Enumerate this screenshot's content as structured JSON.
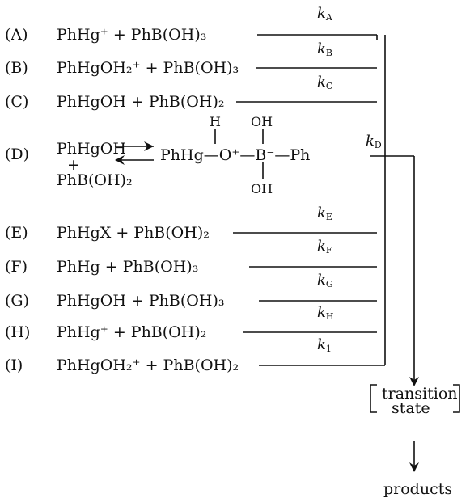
{
  "reactions": [
    {
      "label": "(A)",
      "reactants": "PhHg⁺ + PhB(OH)₃⁻",
      "k": "k",
      "k_sub": "A"
    },
    {
      "label": "(B)",
      "reactants": "PhHgOH₂⁺ + PhB(OH)₃⁻",
      "k": "k",
      "k_sub": "B"
    },
    {
      "label": "(C)",
      "reactants": "PhHgOH + PhB(OH)₂",
      "k": "k",
      "k_sub": "C"
    },
    {
      "label": "(D)",
      "k": "k",
      "k_sub": "D"
    },
    {
      "label": "(E)",
      "reactants": "PhHgX + PhB(OH)₂",
      "k": "k",
      "k_sub": "E"
    },
    {
      "label": "(F)",
      "reactants": "PhHg + PhB(OH)₃⁻",
      "k": "k",
      "k_sub": "F"
    },
    {
      "label": "(G)",
      "reactants": "PhHgOH + PhB(OH)₃⁻",
      "k": "k",
      "k_sub": "G"
    },
    {
      "label": "(H)",
      "reactants": "PhHg⁺ + PhB(OH)₂",
      "k": "k",
      "k_sub": "H"
    },
    {
      "label": "(I)",
      "reactants": "PhHgOH₂⁺ + PhB(OH)₂",
      "k": "k",
      "k_sub": "1"
    }
  ],
  "d_reaction": {
    "left_top": "PhHgOH",
    "plus": "+",
    "left_bottom": "PhB(OH)₂",
    "mid_a": "PhHg—O⁺—B⁻—Ph",
    "h_label": "H",
    "oh_top": "OH",
    "oh_bottom": "OH"
  },
  "transition_state": [
    "transition",
    "state"
  ],
  "products": "products"
}
